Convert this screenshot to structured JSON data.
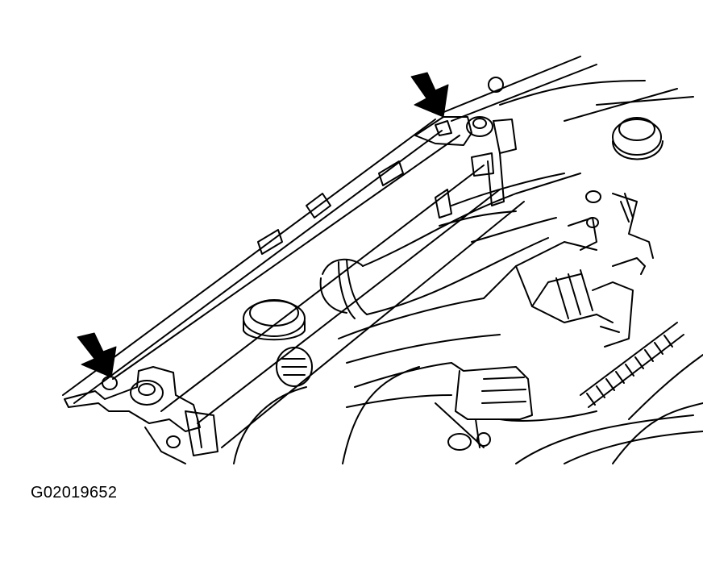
{
  "figure": {
    "id_label": "G02019652",
    "line_color": "#000000",
    "background_color": "#ffffff",
    "callouts": [
      {
        "name": "arrow-upper",
        "points_to": "radiator-mounting-bracket-right"
      },
      {
        "name": "arrow-lower",
        "points_to": "radiator-mounting-bracket-left"
      }
    ]
  }
}
